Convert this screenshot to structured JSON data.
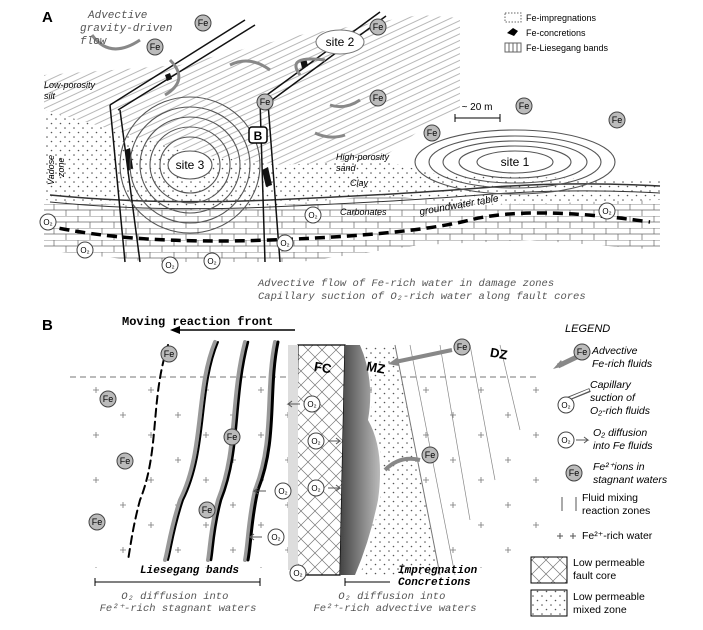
{
  "panelA": {
    "label": "A",
    "flow_note": [
      "Advective",
      "gravity-driven",
      "flow"
    ],
    "low_porosity": [
      "Low-porosity",
      "silt"
    ],
    "vadose": [
      "Vadose",
      "zone"
    ],
    "high_porosity": [
      "High-porosity",
      "sand"
    ],
    "clay": "Clay",
    "carbonates": "Carbonates",
    "groundwater": "groundwater table",
    "scale": "~ 20 m",
    "site1": "site 1",
    "site2": "site 2",
    "site3": "site 3",
    "box_b": "B",
    "fe": "Fe",
    "o2": "O₂",
    "legend": [
      "Fe-impregnations",
      "Fe-concretions",
      "Fe-Liesegang bands"
    ],
    "caption": [
      "Advective flow of Fe-rich water in damage zones",
      "Capillary suction of O₂-rich water along fault cores"
    ]
  },
  "panelB": {
    "label": "B",
    "front": "Moving reaction front",
    "fc": "FC",
    "mz": "MZ",
    "dz": "DZ",
    "liesegang": "Liesegang bands",
    "impregnation": "Impregnation",
    "concretions": "Concretions",
    "o2_stagnant": [
      "O₂ diffusion into",
      "Fe²⁺-rich stagnant waters"
    ],
    "o2_advective": [
      "O₂ diffusion into",
      "Fe²⁺-rich advective waters"
    ],
    "fe": "Fe",
    "o2": "O₂"
  },
  "legend": {
    "title": "LEGEND",
    "items": [
      {
        "name": "advective",
        "text": [
          "Advective",
          "Fe-rich fluids"
        ]
      },
      {
        "name": "capillary",
        "text": [
          "Capillary",
          "suction of",
          "O₂-rich fluids"
        ]
      },
      {
        "name": "diffusion",
        "text": [
          "O₂ diffusion",
          "into Fe fluids"
        ]
      },
      {
        "name": "fe-ions",
        "text": [
          "Fe²⁺ions in",
          "stagnant waters"
        ]
      },
      {
        "name": "mixing",
        "text": [
          "Fluid mixing",
          "reaction zones"
        ]
      },
      {
        "name": "fe-water",
        "text": [
          "Fe²⁺-rich water"
        ]
      },
      {
        "name": "fault-core",
        "text": [
          "Low permeable",
          "fault core"
        ]
      },
      {
        "name": "mixed-zone",
        "text": [
          "Low permeable",
          "mixed zone"
        ]
      }
    ]
  }
}
